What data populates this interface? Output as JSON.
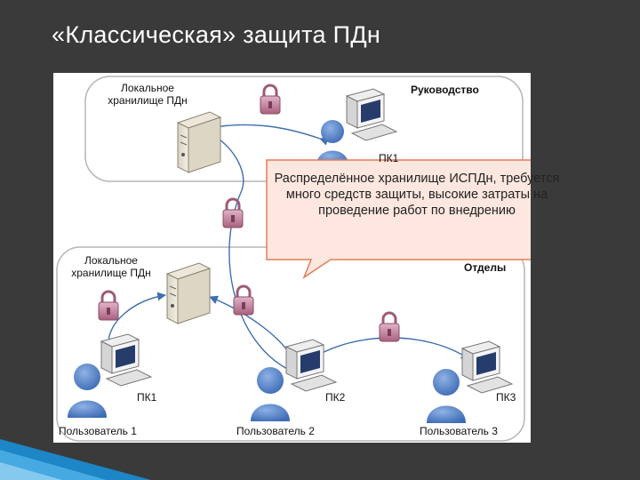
{
  "slide": {
    "title": "«Классическая» защита ПДн"
  },
  "diagram": {
    "top_storage_label": "Локальное хранилище ПДн",
    "management_label": "Руководство",
    "pc_top_label": "ПК1",
    "callout": "Распределённое хранилище ИСПДн, требуется много средств защиты, высокие затраты на проведение работ по внедрению",
    "bottom_storage_label": "Локальное хранилище ПДн",
    "departments_label": "Отделы",
    "pc1_label": "ПК1",
    "pc2_label": "ПК2",
    "pc3_label": "ПК3",
    "user1_label": "Пользователь 1",
    "user2_label": "Пользователь 2",
    "user3_label": "Пользователь 3"
  },
  "colors": {
    "background": "#3a3a3a",
    "callout_fill": "#fde7df",
    "callout_border": "#e07d5a",
    "lock": "#c07f9a",
    "user": "#5a85c8",
    "arrow": "#3f6fb0",
    "accent_corner": "#1a8fd6"
  }
}
